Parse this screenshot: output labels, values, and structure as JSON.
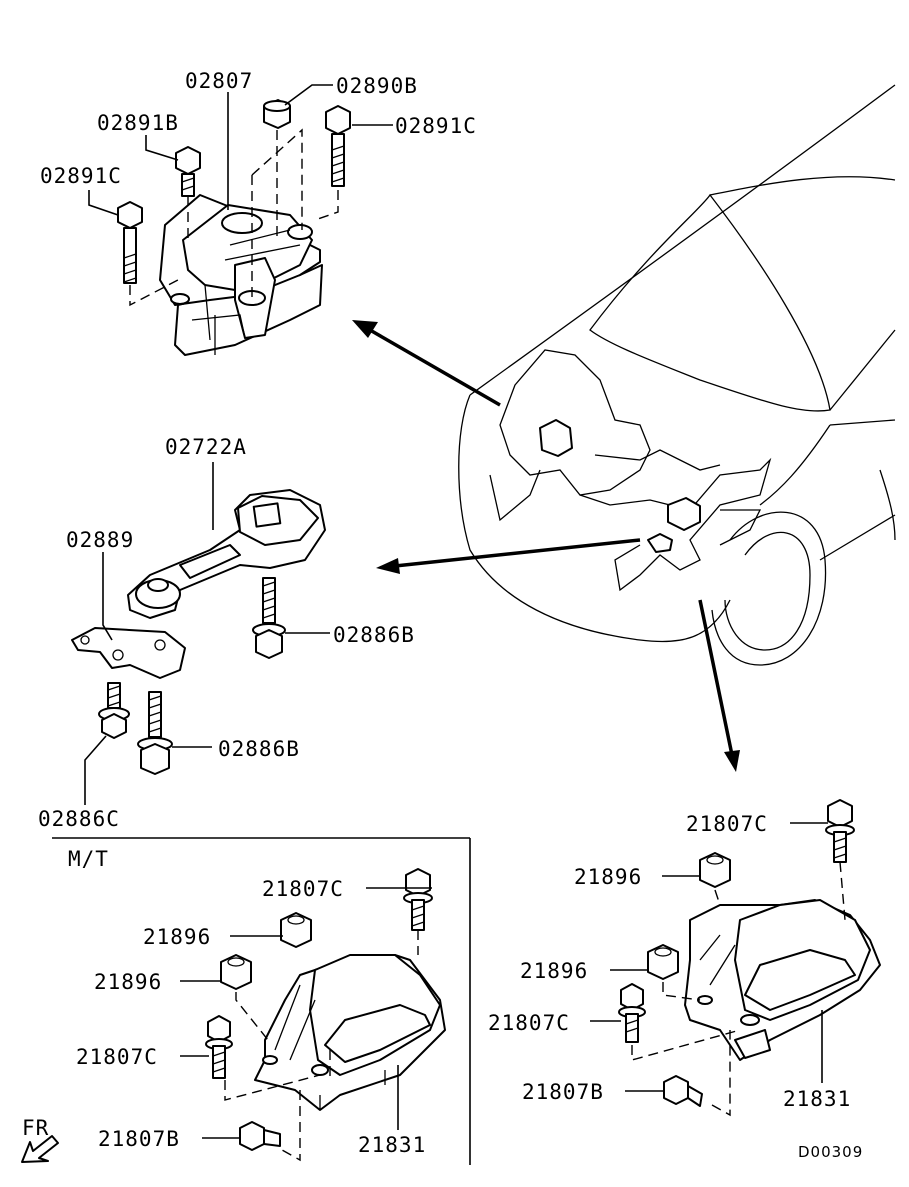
{
  "diagram_id": "D00309",
  "direction_label": "FR",
  "variant_label": "M/T",
  "callouts": {
    "p02807": "02807",
    "p02890B": "02890B",
    "p02891B": "02891B",
    "p02891C_top": "02891C",
    "p02891C_left": "02891C",
    "p02722A": "02722A",
    "p02889": "02889",
    "p02886B_upper": "02886B",
    "p02886B_lower": "02886B",
    "p02886C": "02886C",
    "mt_21807C_top": "21807C",
    "mt_21896_a": "21896",
    "mt_21896_b": "21896",
    "mt_21807C_mid": "21807C",
    "mt_21807B": "21807B",
    "mt_21831": "21831",
    "r_21807C_top": "21807C",
    "r_21896_a": "21896",
    "r_21896_b": "21896",
    "r_21807C_mid": "21807C",
    "r_21807B": "21807B",
    "r_21831": "21831"
  }
}
